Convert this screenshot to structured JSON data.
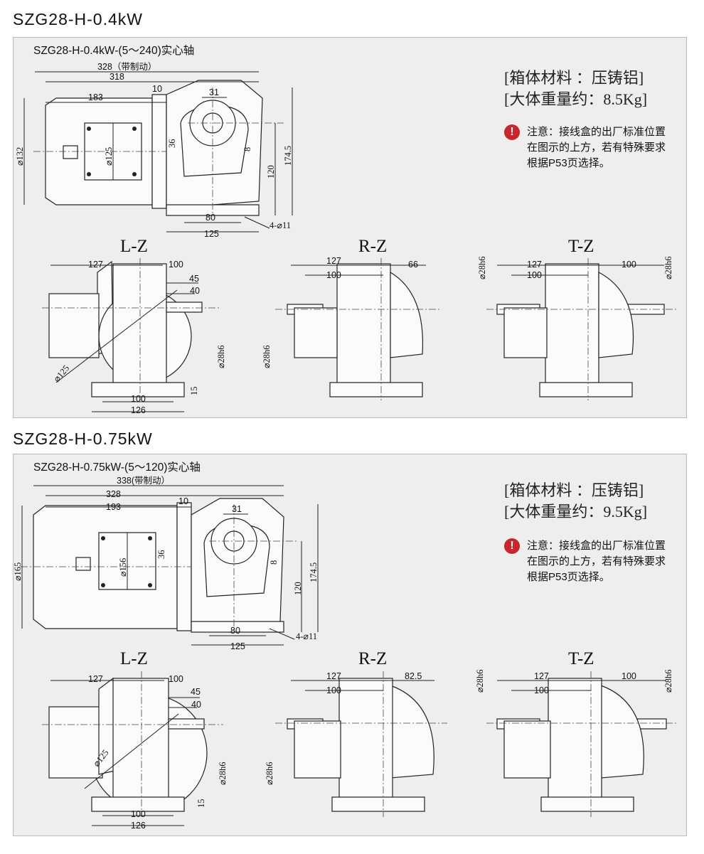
{
  "sections": [
    {
      "model": "SZG28-H-0.4kW",
      "subtitle": "SZG28-H-0.4kW-(5～240)实心轴",
      "material": "[箱体材料 ：压铸铝]",
      "weight": "[大体重量约：8.5Kg]",
      "note": "注意：接线盒的出厂标准位置在图示的上方，若有特殊要求根据P53页选择。",
      "note_icon": "exclamation-icon",
      "dims": {
        "total": "328（带制动）",
        "d318": "318",
        "d183": "183",
        "d10": "10",
        "d31": "31",
        "d36": "36",
        "d8": "8",
        "d120": "120",
        "d1745": "174.5",
        "d80": "80",
        "d125": "125",
        "hole": "4-⌀11",
        "dia_motor": "⌀132",
        "dia_flange": "⌀125"
      },
      "views": {
        "lz": {
          "label": "L-Z",
          "d127": "127",
          "d100": "100",
          "d45": "45",
          "d40": "40",
          "shaft": "⌀28h6",
          "dia": "⌀125",
          "d15": "15",
          "base100": "100",
          "base126": "126"
        },
        "rz": {
          "label": "R-Z",
          "d127": "127",
          "d100": "100",
          "d66": "66",
          "shaft": "⌀28h6"
        },
        "tz": {
          "label": "T-Z",
          "d127": "127",
          "d100a": "100",
          "d100b": "100",
          "shaft_l": "⌀28h6",
          "shaft_r": "⌀28h6"
        }
      }
    },
    {
      "model": "SZG28-H-0.75kW",
      "subtitle": "SZG28-H-0.75kW-(5～120)实心轴",
      "material": "[箱体材料 ：压铸铝]",
      "weight": "[大体重量约：9.5Kg]",
      "note": "注意：接线盒的出厂标准位置在图示的上方，若有特殊要求根据P53页选择。",
      "note_icon": "exclamation-icon",
      "dims": {
        "total": "338(带制动）",
        "d318": "328",
        "d183": "193",
        "d10": "10",
        "d31": "31",
        "d36": "36",
        "d8": "8",
        "d120": "120",
        "d1745": "174.5",
        "d80": "80",
        "d125": "125",
        "hole": "4-⌀11",
        "dia_motor": "⌀165",
        "dia_flange": "⌀156"
      },
      "views": {
        "lz": {
          "label": "L-Z",
          "d127": "127",
          "d100": "100",
          "d45": "45",
          "d40": "40",
          "shaft": "⌀28h6",
          "dia": "⌀125",
          "d15": "15",
          "base100": "100",
          "base126": "126"
        },
        "rz": {
          "label": "R-Z",
          "d127": "127",
          "d100": "100",
          "d66": "82.5",
          "shaft": "⌀28h6"
        },
        "tz": {
          "label": "T-Z",
          "d127": "127",
          "d100a": "100",
          "d100b": "100",
          "shaft_l": "⌀28h6",
          "shaft_r": "⌀28h6"
        }
      }
    }
  ]
}
